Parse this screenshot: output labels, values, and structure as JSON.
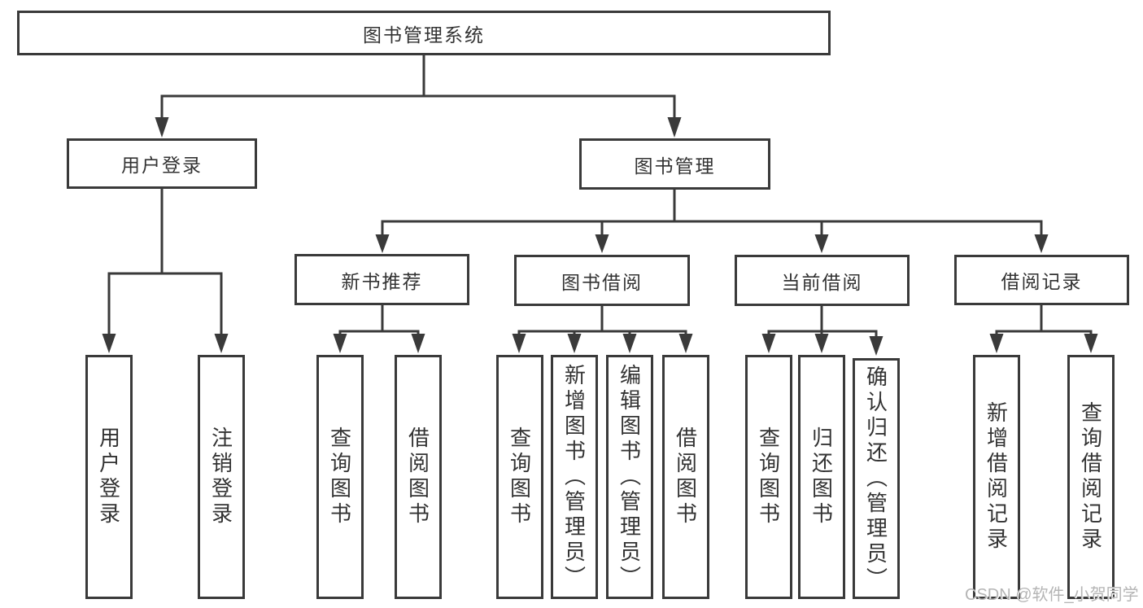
{
  "tree": {
    "label": "图书管理系统",
    "children": [
      {
        "label": "用户登录",
        "children": [
          {
            "label": "用户登录"
          },
          {
            "label": "注销登录"
          }
        ]
      },
      {
        "label": "图书管理",
        "children": [
          {
            "label": "新书推荐",
            "children": [
              {
                "label": "查询图书"
              },
              {
                "label": "借阅图书"
              }
            ]
          },
          {
            "label": "图书借阅",
            "children": [
              {
                "label": "查询图书"
              },
              {
                "label": "新增图书（管理员）"
              },
              {
                "label": "编辑图书（管理员）"
              },
              {
                "label": "借阅图书"
              }
            ]
          },
          {
            "label": "当前借阅",
            "children": [
              {
                "label": "查询图书"
              },
              {
                "label": "归还图书"
              },
              {
                "label": "确认归还（管理员）"
              }
            ]
          },
          {
            "label": "借阅记录",
            "children": [
              {
                "label": "新增借阅记录"
              },
              {
                "label": "查询借阅记录"
              }
            ]
          }
        ]
      }
    ]
  },
  "watermark": "CSDN @软件_小贺同学",
  "colors": {
    "line": "#3a3a3a",
    "text": "#333333",
    "watermark": "#b5b5b5",
    "background": "#ffffff"
  }
}
